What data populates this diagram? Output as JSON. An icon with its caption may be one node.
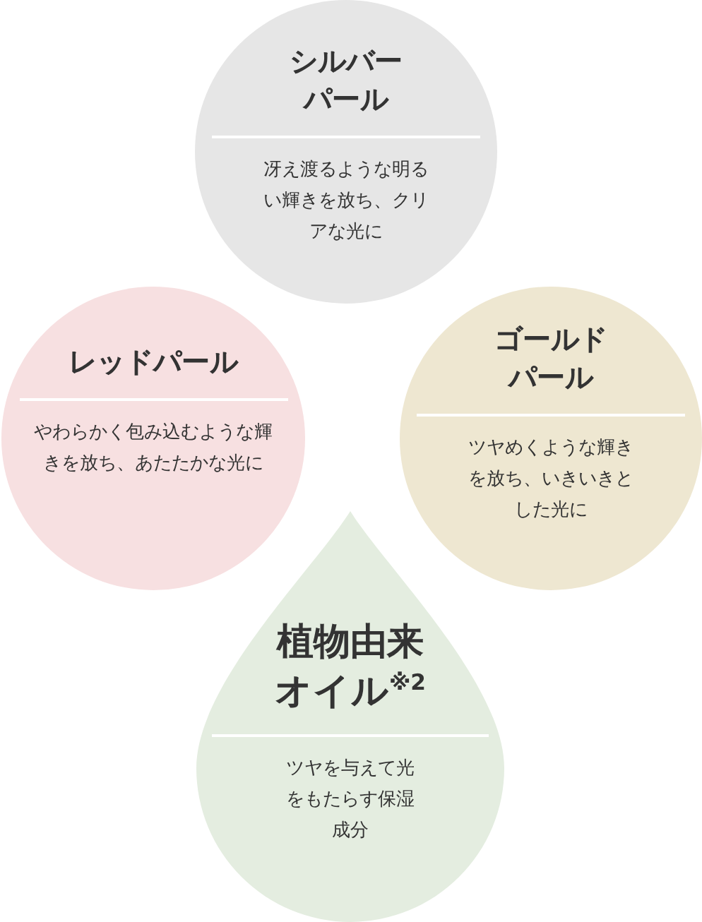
{
  "diagram": {
    "nodes": [
      {
        "text": [
          "シルバーパール",
          "冴え渡るような明るい輝きを放ち、クリアな光に"
        ]
      },
      {
        "text": [
          "レッドパール",
          "やわらかく包み込むような輝きを放ち、あたたかな光に"
        ]
      },
      {
        "text": [
          "ゴールドパール",
          "ツヤめくような輝きを放ち、いきいきとした光に"
        ]
      },
      {
        "text": [
          "植物由来オイル$^{※2}$",
          "ツヤを与えて光をもたらす保湿成分"
        ]
      }
    ]
  }
}
